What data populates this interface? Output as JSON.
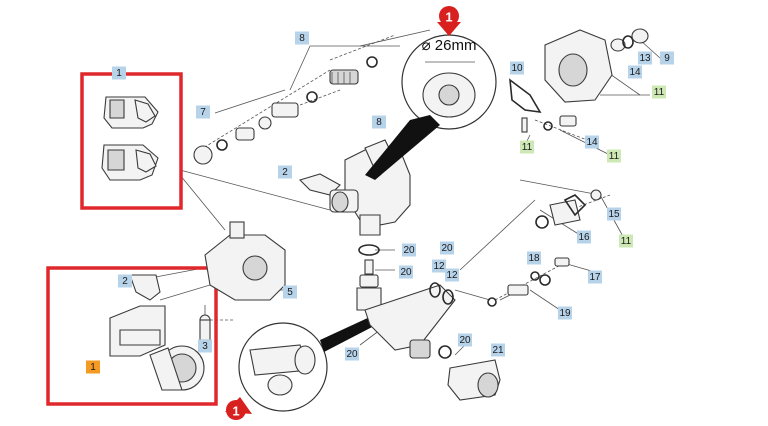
{
  "callout": {
    "diameter_label": "⌀ 26mm",
    "marker_number": "1"
  },
  "labels": {
    "l_1a": "1",
    "l_1b": "1",
    "l_2a": "2",
    "l_2b": "2",
    "l_3": "3",
    "l_5": "5",
    "l_7": "7",
    "l_8a": "8",
    "l_8b": "8",
    "l_9": "9",
    "l_10": "10",
    "l_11a": "11",
    "l_11b": "11",
    "l_11c": "11",
    "l_11d": "11",
    "l_12a": "12",
    "l_12b": "12",
    "l_13": "13",
    "l_14a": "14",
    "l_14b": "14",
    "l_15": "15",
    "l_16": "16",
    "l_17": "17",
    "l_18": "18",
    "l_19": "19",
    "l_20a": "20",
    "l_20b": "20",
    "l_20c": "20",
    "l_20d": "20",
    "l_20e": "20",
    "l_21": "21"
  },
  "colors": {
    "label_blue": "#b7d3ea",
    "label_green": "#cde8b5",
    "label_orange": "#f59a23",
    "highlight_red": "#e0282c",
    "marker_red": "#d8201f"
  }
}
